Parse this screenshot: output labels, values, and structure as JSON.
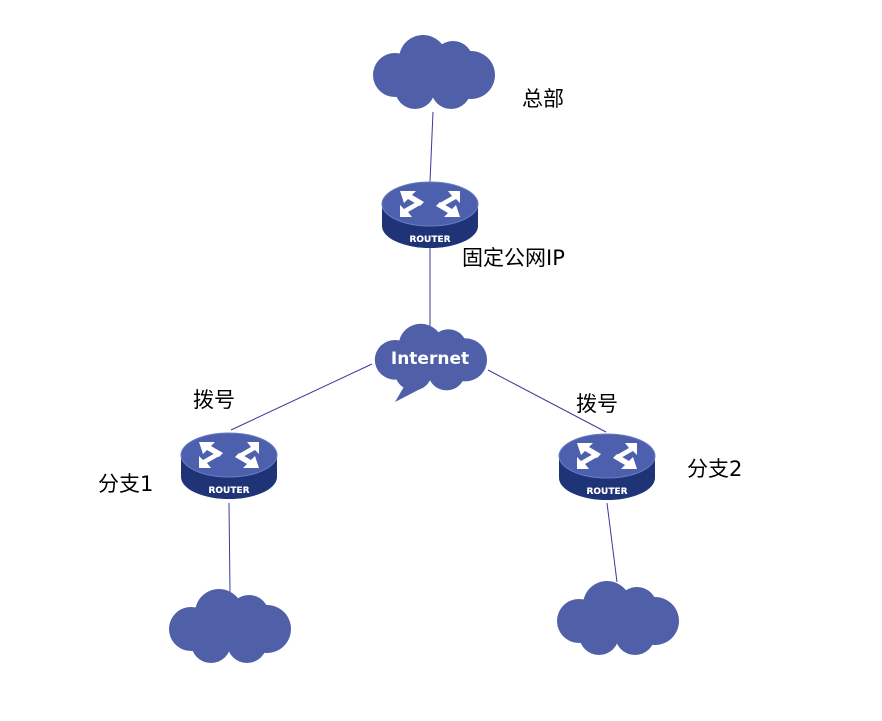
{
  "labels": {
    "hq": "总部",
    "hq_router": "固定公网IP",
    "dial_1": "拨号",
    "dial_2": "拨号",
    "branch_1": "分支1",
    "branch_2": "分支2"
  },
  "internet_label": "Internet",
  "router_label": "ROUTER",
  "colors": {
    "cloud": "#4f5fa8",
    "router_top": "#4d60ad",
    "router_body": "#1f3477",
    "link": "#3a3a9a"
  }
}
